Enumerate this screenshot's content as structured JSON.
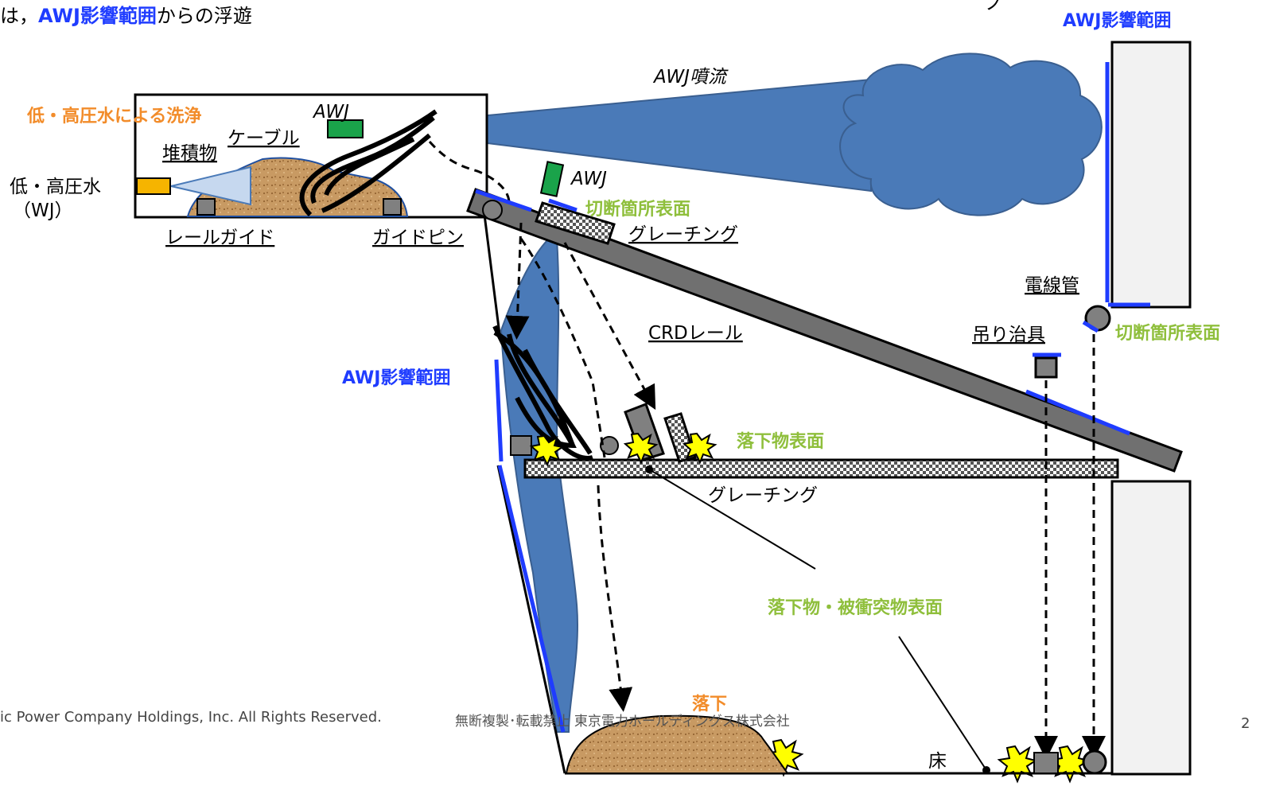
{
  "header": {
    "prefix": "は，",
    "highlight": "AWJ影響範囲",
    "suffix": "からの浮遊",
    "partial_right": "ノ"
  },
  "labels": {
    "awj_range_top": "AWJ影響範囲",
    "awj_range_left": "AWJ影響範囲",
    "awj_jet": "AWJ噴流",
    "awj_upper": "AWJ",
    "awj_middle": "AWJ",
    "wash": "低・高圧水による洗浄",
    "cable": "ケーブル",
    "deposit": "堆積物",
    "water_line1": "低・高圧水",
    "water_line2": "（WJ）",
    "rail_guide": "レールガイド",
    "guide_pin": "ガイドピン",
    "cut_surface_mid": "切断箇所表面",
    "grating_upper": "グレーチング",
    "conduit": "電線管",
    "cut_surface_right": "切断箇所表面",
    "crd_rail": "CRDレール",
    "hanging_jig": "吊り治具",
    "falling_surface": "落下物表面",
    "grating_lower": "グレーチング",
    "impact_surface": "落下物・被衝突物表面",
    "fall": "落下",
    "floor": "床"
  },
  "footer": {
    "copyright": "ic Power Company Holdings, Inc. All Rights Reserved.",
    "notice": "無断複製･転載禁止 東京電力ホールディングス株式会社",
    "page": "2"
  },
  "colors": {
    "jet_blue": "#4a7ab8",
    "range_blue": "#1f3cff",
    "cut_green": "#8fbf3c",
    "wash_orange": "#f28c2a",
    "rail_gray": "#707070",
    "deposit_brown": "#c89a63",
    "awj_green": "#1aa34a",
    "nozzle_yellow": "#f6b400",
    "spark_yellow": "#ffff00"
  }
}
